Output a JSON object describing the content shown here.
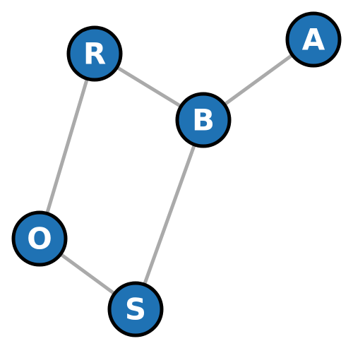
{
  "graph": {
    "node_fill": "#1f72b4",
    "node_stroke": "#000000",
    "edge_color": "#aaaaaa",
    "nodes": [
      {
        "id": "R",
        "label": "R"
      },
      {
        "id": "A",
        "label": "A"
      },
      {
        "id": "B",
        "label": "B"
      },
      {
        "id": "O",
        "label": "O"
      },
      {
        "id": "S",
        "label": "S"
      }
    ],
    "edges": [
      {
        "from": "R",
        "to": "B"
      },
      {
        "from": "A",
        "to": "B"
      },
      {
        "from": "R",
        "to": "O"
      },
      {
        "from": "O",
        "to": "S"
      },
      {
        "from": "B",
        "to": "S"
      }
    ]
  }
}
